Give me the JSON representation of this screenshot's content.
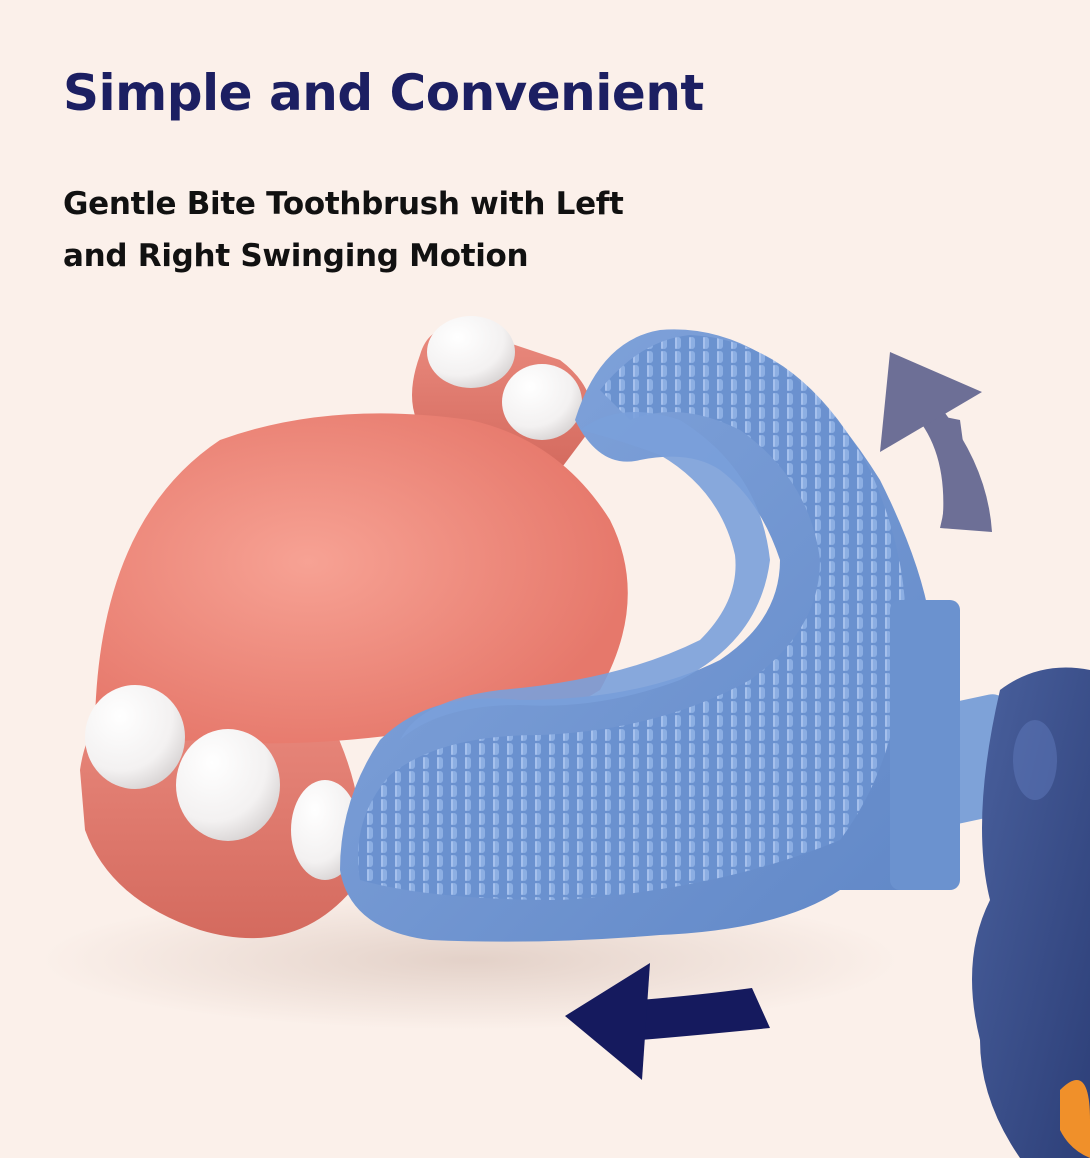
{
  "header": {
    "title": "Simple and Convenient",
    "subtitle_line1": "Gentle Bite Toothbrush with Left",
    "subtitle_line2": "and Right Swinging Motion"
  },
  "colors": {
    "background": "#fbf0ea",
    "title": "#1c1f62",
    "subtitle": "#111111",
    "brush_blue": "#6f96d2",
    "gum_pink": "#e57d70",
    "tongue_salmon": "#f08e80",
    "handle_navy": "#3a4f8e",
    "arrow_up": "#6d6f96",
    "arrow_left": "#151a5e"
  },
  "illustration": {
    "subject": "u-shaped-toothbrush-in-dental-model",
    "arrows": [
      "curved-arrow-up-icon",
      "curved-arrow-left-icon"
    ]
  }
}
